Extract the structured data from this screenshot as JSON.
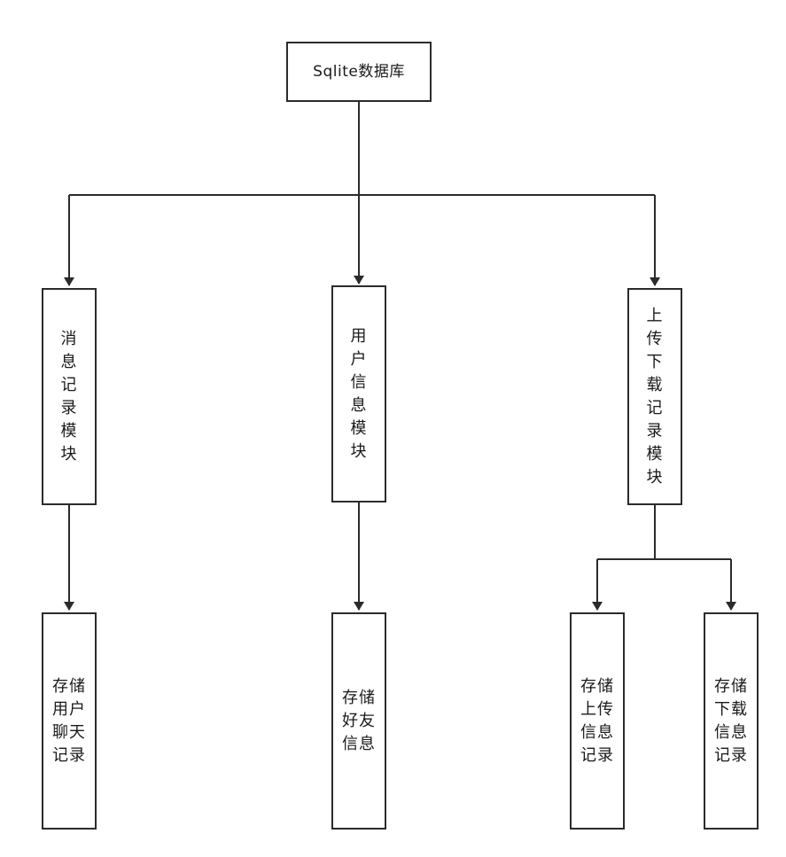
{
  "diagram": {
    "nodes": {
      "root": "Sqlite数据库",
      "messages_module": "消息记录模块",
      "user_module": "用户信息模块",
      "transfer_module": "上传下载记录模块",
      "store_chat": "存储用户聊天记录",
      "store_friends": "存储好友信息",
      "store_upload": "存储上传信息记录",
      "store_download": "存储下载信息记录"
    },
    "edges": [
      {
        "from": "root",
        "to": "messages_module"
      },
      {
        "from": "root",
        "to": "user_module"
      },
      {
        "from": "root",
        "to": "transfer_module"
      },
      {
        "from": "messages_module",
        "to": "store_chat"
      },
      {
        "from": "user_module",
        "to": "store_friends"
      },
      {
        "from": "transfer_module",
        "to": "store_upload"
      },
      {
        "from": "transfer_module",
        "to": "store_download"
      }
    ],
    "colors": {
      "line": "#2b2b2b",
      "box_border": "#2b2b2b",
      "background": "#ffffff"
    }
  }
}
